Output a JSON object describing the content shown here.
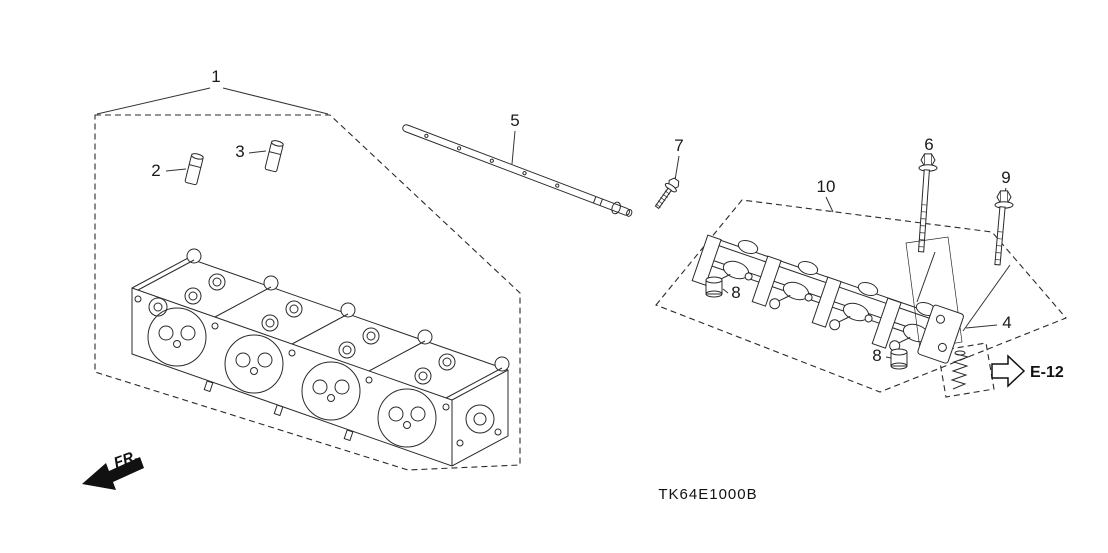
{
  "diagram": {
    "code": "TK64E1000B",
    "direction_label": "FR.",
    "reference_label": "E-12",
    "part_labels": {
      "p1": "1",
      "p2": "2",
      "p3": "3",
      "p4": "4",
      "p5": "5",
      "p6": "6",
      "p7": "7",
      "p8a": "8",
      "p8b": "8",
      "p9": "9",
      "p10": "10"
    }
  }
}
